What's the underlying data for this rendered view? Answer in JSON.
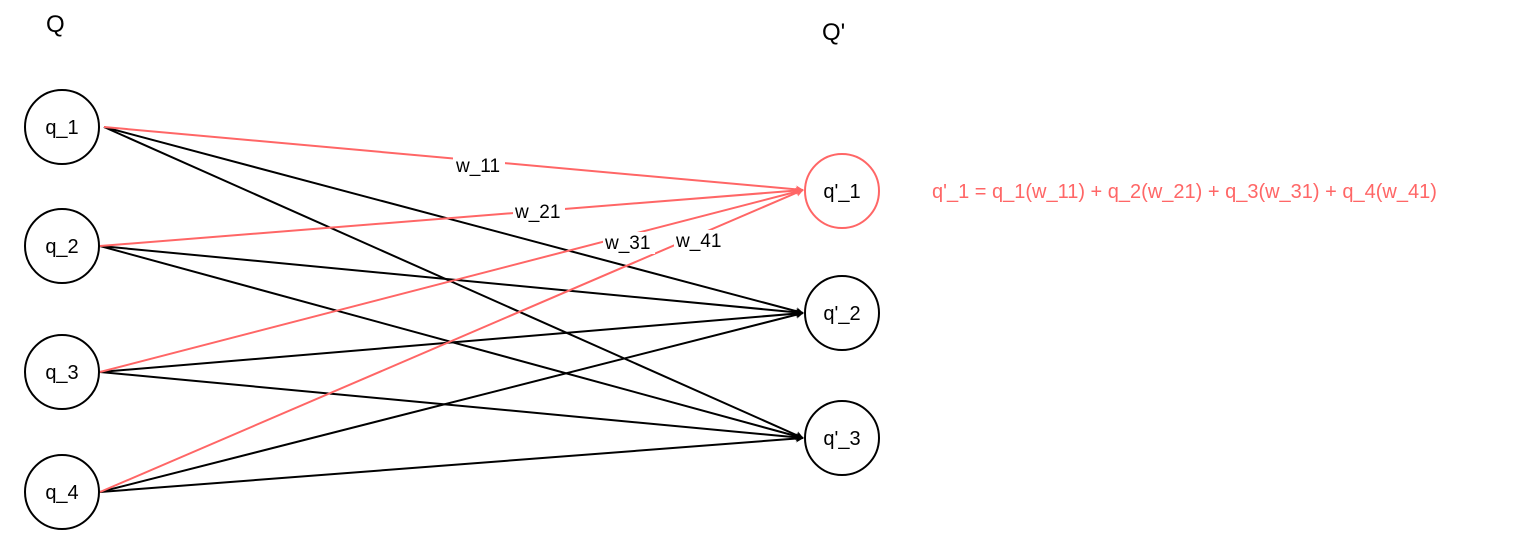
{
  "colors": {
    "highlight": "#ff6666",
    "default": "#000000"
  },
  "input_layer": {
    "title": "Q",
    "nodes": [
      "q_1",
      "q_2",
      "q_3",
      "q_4"
    ]
  },
  "output_layer": {
    "title": "Q'",
    "nodes": [
      "q'_1",
      "q'_2",
      "q'_3"
    ]
  },
  "highlighted_output": 0,
  "weight_labels": [
    "w_11",
    "w_21",
    "w_31",
    "w_41"
  ],
  "formula": "q'_1 = q_1(w_11) + q_2(w_21) + q_3(w_31) + q_4(w_41)"
}
